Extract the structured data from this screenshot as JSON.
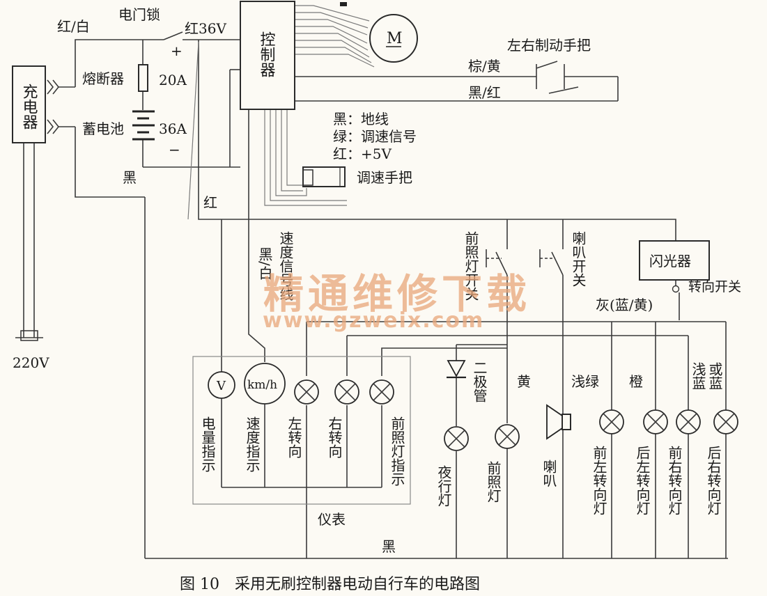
{
  "caption": "图 10　采用无刷控制器电动自行车的电路图",
  "watermark": {
    "title": "精通维修下载",
    "url": "www.gzweix.com",
    "color": "#e8a77a"
  },
  "charger": {
    "label": "充电器",
    "plug_voltage": "220V"
  },
  "power": {
    "red_white": "红/白",
    "door_lock": "电门锁",
    "red36v": "红36V",
    "fuse": "熔断器",
    "fuse_rating": "20A",
    "battery": "蓄电池",
    "battery_rating": "36A",
    "plus": "+",
    "minus": "−",
    "black": "黑",
    "red": "红"
  },
  "controller": {
    "label": "控制器",
    "motor": "M"
  },
  "brake": {
    "label": "左右制动手把",
    "wire1": "棕/黄",
    "wire2": "黑/红"
  },
  "throttle": {
    "black": "黑：地线",
    "green": "绿：调速信号",
    "red": "红：+5V",
    "label": "调速手把"
  },
  "switches": {
    "headlight_switch": "前照灯开关",
    "horn_switch": "喇叭开关",
    "flasher": "闪光器",
    "turn_switch": "转向开关",
    "gray": "灰(蓝/黄)"
  },
  "speed_signal": {
    "label": "速度信号线",
    "color": "黑/白"
  },
  "meter": {
    "label": "仪表",
    "volt_symbol": "V",
    "speed_symbol": "km/h",
    "items": [
      "电量指示",
      "速度指示",
      "左转向",
      "右转向",
      "前照灯指示"
    ]
  },
  "loads": {
    "diode": "二极管",
    "night_light": "夜行灯",
    "yellow": "黄",
    "headlight": "前照灯",
    "horn": "喇叭",
    "light_green": "浅绿",
    "orange": "橙",
    "light_blue": "浅蓝",
    "or_blue": "或蓝",
    "front_left": "前左转向灯",
    "rear_left": "后左转向灯",
    "front_right": "前右转向灯",
    "rear_right": "后右转向灯"
  },
  "ground_black": "黑"
}
